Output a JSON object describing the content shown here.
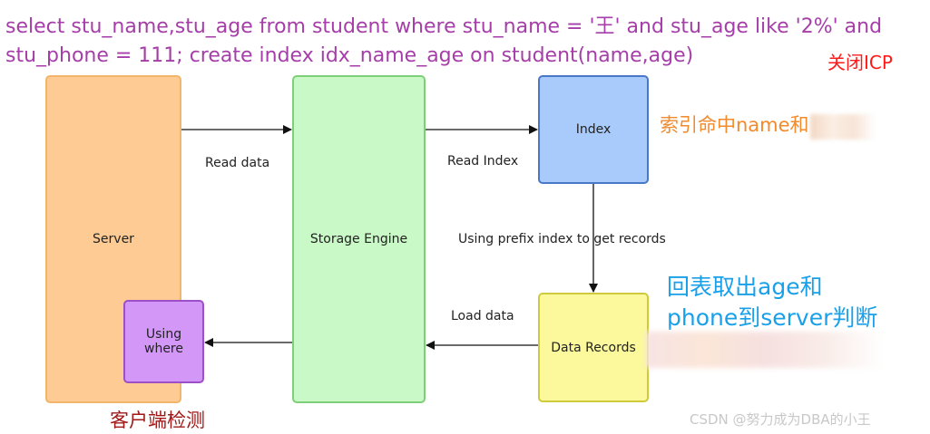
{
  "sql": {
    "line1": "select stu_name,stu_age from student where stu_name = '王' and stu_age like '2%' and",
    "line2": "stu_phone = 111;  create index idx_name_age on student(name,age)"
  },
  "nodes": {
    "server": "Server",
    "storage_engine": "Storage Engine",
    "index": "Index",
    "data_records": "Data Records",
    "using_where": "Using where"
  },
  "edges": {
    "read_data": "Read data",
    "read_index": "Read Index",
    "prefix_index": "Using prefix index to get records",
    "load_data": "Load data"
  },
  "annotations": {
    "close_icp": "关闭ICP",
    "index_hit": "索引命中name和",
    "back_to_table_line1": "回表取出age和",
    "back_to_table_line2": "phone到server判断",
    "client_check": "客户端检测",
    "watermark": "CSDN @努力成为DBA的小王"
  },
  "colors": {
    "sql_text": "#a53ea8",
    "server_fill": "#fdcb93",
    "storage_fill": "#c8f9c6",
    "index_fill": "#a8cbfb",
    "records_fill": "#fbf99c",
    "using_where_fill": "#d397f7",
    "note_orange": "#f28a2e",
    "note_blue": "#1aa0e8",
    "note_red": "#ff1a1a",
    "note_darkred": "#a01818"
  }
}
